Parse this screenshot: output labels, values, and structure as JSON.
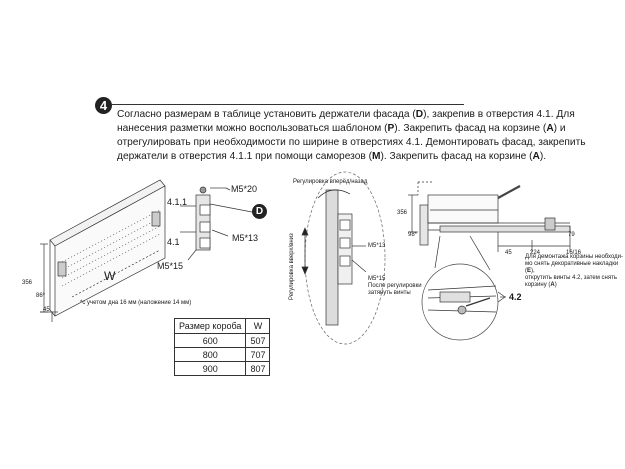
{
  "step": {
    "number": "4"
  },
  "instruction": {
    "p1": "Согласно размерам в таблице установить держатели фасада (",
    "D": "D",
    "p2": "), закрепив в отверстия 4.1. Для нанесения разметки можно воспользоваться шаблоном (",
    "P": "P",
    "p3": "). Закрепить фасад на корзине (",
    "A1": "A",
    "p4": ") и отрегулировать при необходимости по ширине в отверстиях 4.1. Демонтировать фасад, закрепить держатели в отверстия 4.1.1 при помощи саморезов (",
    "M": "M",
    "p5": "). Закрепить фасад на корзине (",
    "A2": "A",
    "p6": ")."
  },
  "left_drawing": {
    "label_411": "4.1.1",
    "label_41": "4.1",
    "label_m520": "M5*20",
    "label_m513": "M5*13",
    "label_m515": "M5*15",
    "label_d": "D",
    "label_w": "W",
    "dim_356": "356",
    "dim_86": "86*",
    "dim_45": "45",
    "footnote": "*с учетом дна 16 мм (наложение 14 мм)"
  },
  "size_table": {
    "headers": [
      "Размер короба",
      "W"
    ],
    "rows": [
      [
        "600",
        "507"
      ],
      [
        "800",
        "707"
      ],
      [
        "900",
        "807"
      ]
    ]
  },
  "middle_drawing": {
    "adjust_fb": "Регулировка вперёд/назад",
    "adjust_ud": "Регулировка вверх/вниз",
    "label_m513": "M5*13",
    "label_m515": "M5*15",
    "note": [
      "После регулировки",
      "затянуть винты"
    ]
  },
  "right_drawing": {
    "dim_356": "356",
    "dim_98": "98*",
    "dim_79": "79",
    "dim_45": "45",
    "dim_224": "224",
    "dim_1616": "16/16",
    "label_42": "4.2",
    "note": [
      "Для демонтажа корзины необходи-",
      "мо снять декоративные накладки (",
      "E",
      "),",
      "открутить винты 4.2, затем снять",
      "корзину (",
      "A",
      ")"
    ]
  },
  "colors": {
    "ink": "#1a1a1a",
    "dash": "#555555",
    "shade": "#d9d9d9"
  }
}
